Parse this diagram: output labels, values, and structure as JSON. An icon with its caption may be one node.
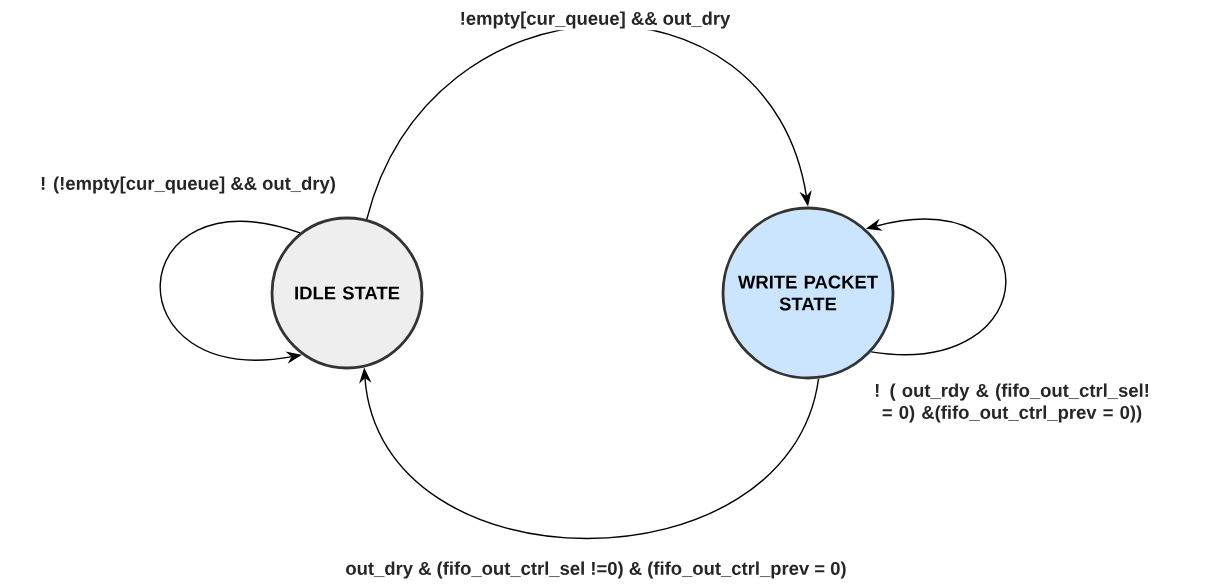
{
  "diagram": {
    "nodes": [
      {
        "text": [
          "IDLE STATE"
        ]
      },
      {
        "text": [
          "WRITE PACKET STATE"
        ]
      }
    ],
    "edges": [
      {
        "from": 0,
        "to": 1,
        "arrow": "to",
        "label": "!empty[cur_queue] && out_dry"
      },
      {
        "from": 0,
        "to": 0,
        "arrow": "to",
        "label": "! (!empty[cur_queue] && out_dry)"
      },
      {
        "from": 1,
        "to": 1,
        "arrow": "to",
        "label": "! ( out_rdy & (fifo_out_ctrl_sel! = 0) &(fifo_out_ctrl_prev = 0))"
      },
      {
        "from": 1,
        "to": 0,
        "arrow": "to",
        "label": "out_dry & (fifo_out_ctrl_sel !=0) & (fifo_out_ctrl_prev = 0)"
      }
    ]
  }
}
